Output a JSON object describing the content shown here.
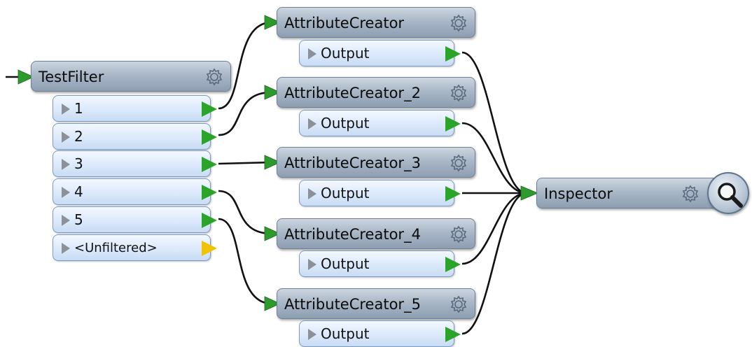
{
  "test_filter": {
    "title": "TestFilter",
    "outputs": [
      {
        "label": "1"
      },
      {
        "label": "2"
      },
      {
        "label": "3"
      },
      {
        "label": "4"
      },
      {
        "label": "5"
      },
      {
        "label": "<Unfiltered>"
      }
    ]
  },
  "creators": [
    {
      "title": "AttributeCreator",
      "output_label": "Output"
    },
    {
      "title": "AttributeCreator_2",
      "output_label": "Output"
    },
    {
      "title": "AttributeCreator_3",
      "output_label": "Output"
    },
    {
      "title": "AttributeCreator_4",
      "output_label": "Output"
    },
    {
      "title": "AttributeCreator_5",
      "output_label": "Output"
    }
  ],
  "inspector": {
    "title": "Inspector",
    "icon": "magnifier-icon"
  },
  "icons": {
    "settings": "gear-icon",
    "port": "triangle-icon"
  },
  "colors": {
    "node_header": "#a9b7c7",
    "port_fill": "#dbe9fb",
    "connection_arrow": "#2aa52a",
    "unfiltered_arrow": "#f0c200",
    "wire": "#111111"
  }
}
